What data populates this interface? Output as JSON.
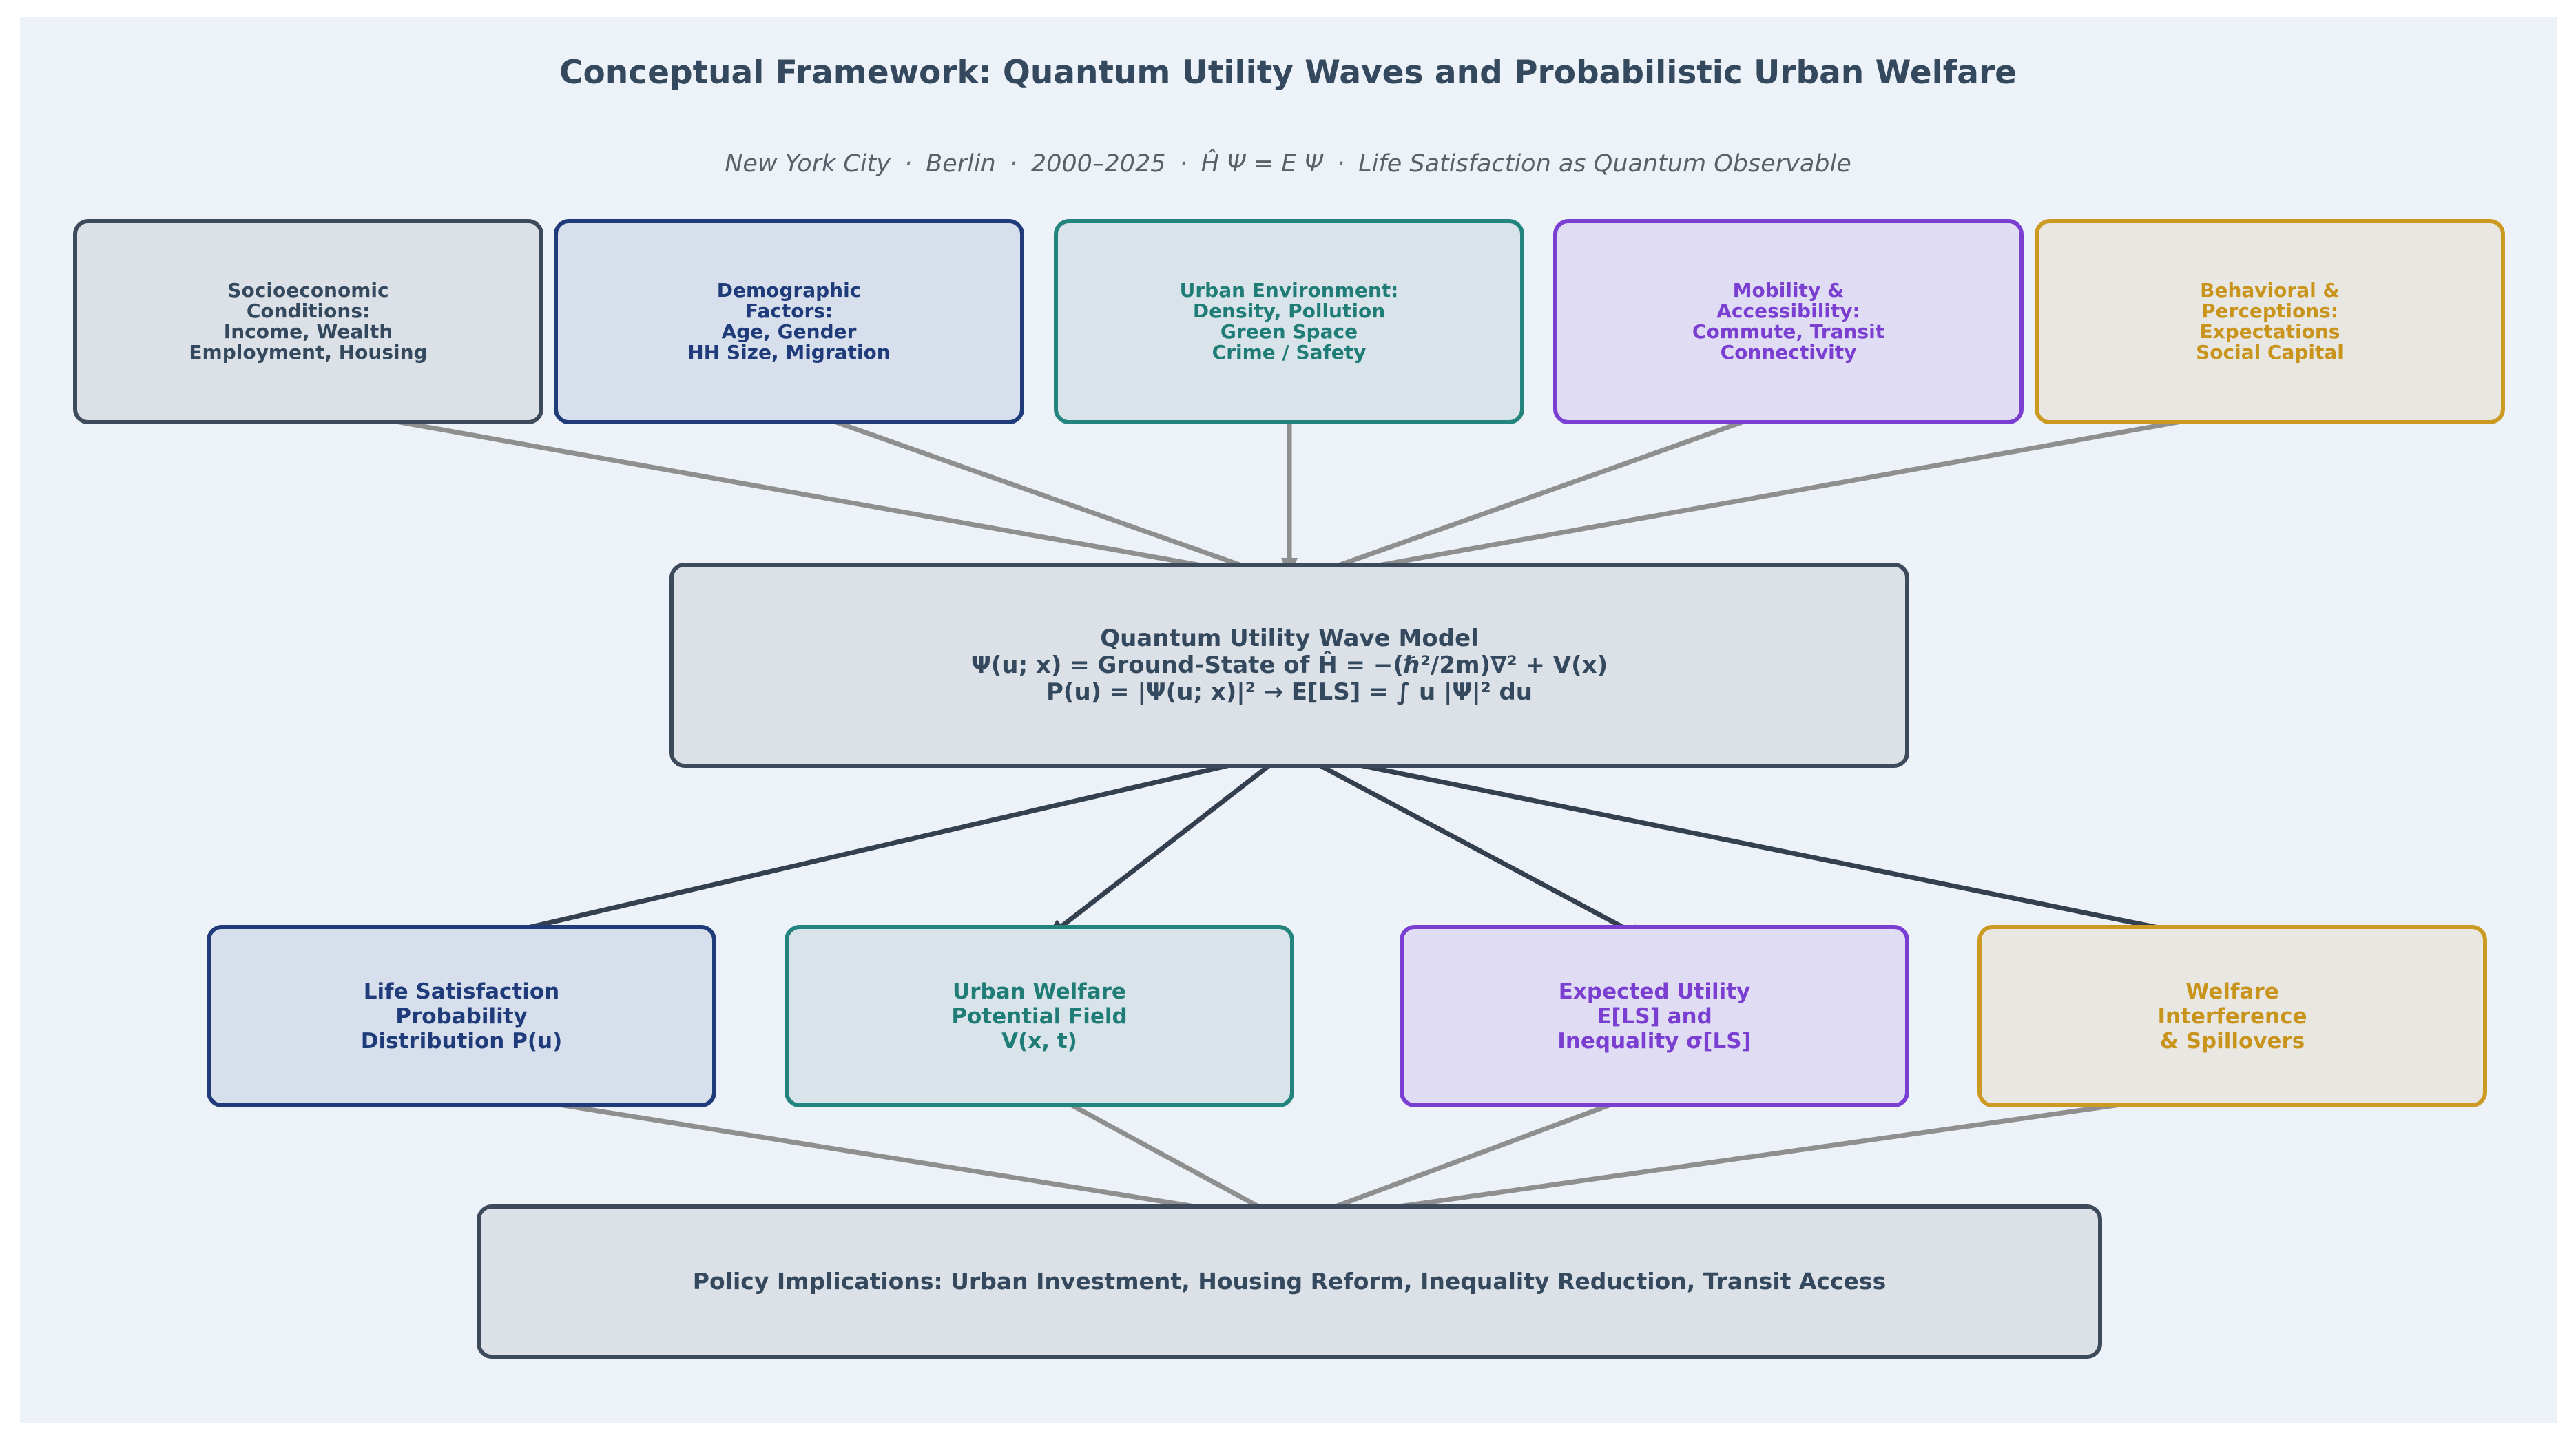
{
  "title": "Conceptual Framework: Quantum Utility Waves and Probabilistic Urban Welfare",
  "subtitle": {
    "parts": [
      "New York City",
      "Berlin",
      "2000–2025",
      "Ĥ Ψ = E Ψ",
      "Life Satisfaction as Quantum Observable"
    ],
    "separator": "·"
  },
  "inputs": [
    {
      "lines": [
        "Socioeconomic",
        "Conditions:",
        "Income, Wealth",
        "Employment, Housing"
      ],
      "color": "slate"
    },
    {
      "lines": [
        "Demographic",
        "Factors:",
        "Age, Gender",
        "HH Size, Migration"
      ],
      "color": "navy"
    },
    {
      "lines": [
        "Urban Environment:",
        "Density, Pollution",
        "Green Space",
        "Crime / Safety"
      ],
      "color": "teal"
    },
    {
      "lines": [
        "Mobility &",
        "Accessibility:",
        "Commute, Transit",
        "Connectivity"
      ],
      "color": "purple"
    },
    {
      "lines": [
        "Behavioral &",
        "Perceptions:",
        "Expectations",
        "Social Capital"
      ],
      "color": "gold"
    }
  ],
  "model": {
    "lines": [
      "Quantum Utility Wave Model",
      "Ψ(u; x) = Ground-State of Ĥ = −(ℏ²/2m)∇² + V(x)",
      "P(u) = |Ψ(u; x)|²   →   E[LS] = ∫ u |Ψ|² du"
    ],
    "color": "slate"
  },
  "outputs": [
    {
      "lines": [
        "Life Satisfaction",
        "Probability",
        "Distribution P(u)"
      ],
      "color": "navy"
    },
    {
      "lines": [
        "Urban Welfare",
        "Potential Field",
        "V(x, t)"
      ],
      "color": "teal"
    },
    {
      "lines": [
        "Expected Utility",
        "E[LS] and",
        "Inequality σ[LS]"
      ],
      "color": "purple"
    },
    {
      "lines": [
        "Welfare",
        "Interference",
        "& Spillovers"
      ],
      "color": "gold"
    }
  ],
  "policy": {
    "lines": [
      "Policy Implications: Urban Investment, Housing Reform, Inequality Reduction, Transit Access"
    ],
    "color": "slate"
  },
  "arrow_colors": {
    "gray": "#8f8f8f",
    "dark": "#34404f"
  }
}
